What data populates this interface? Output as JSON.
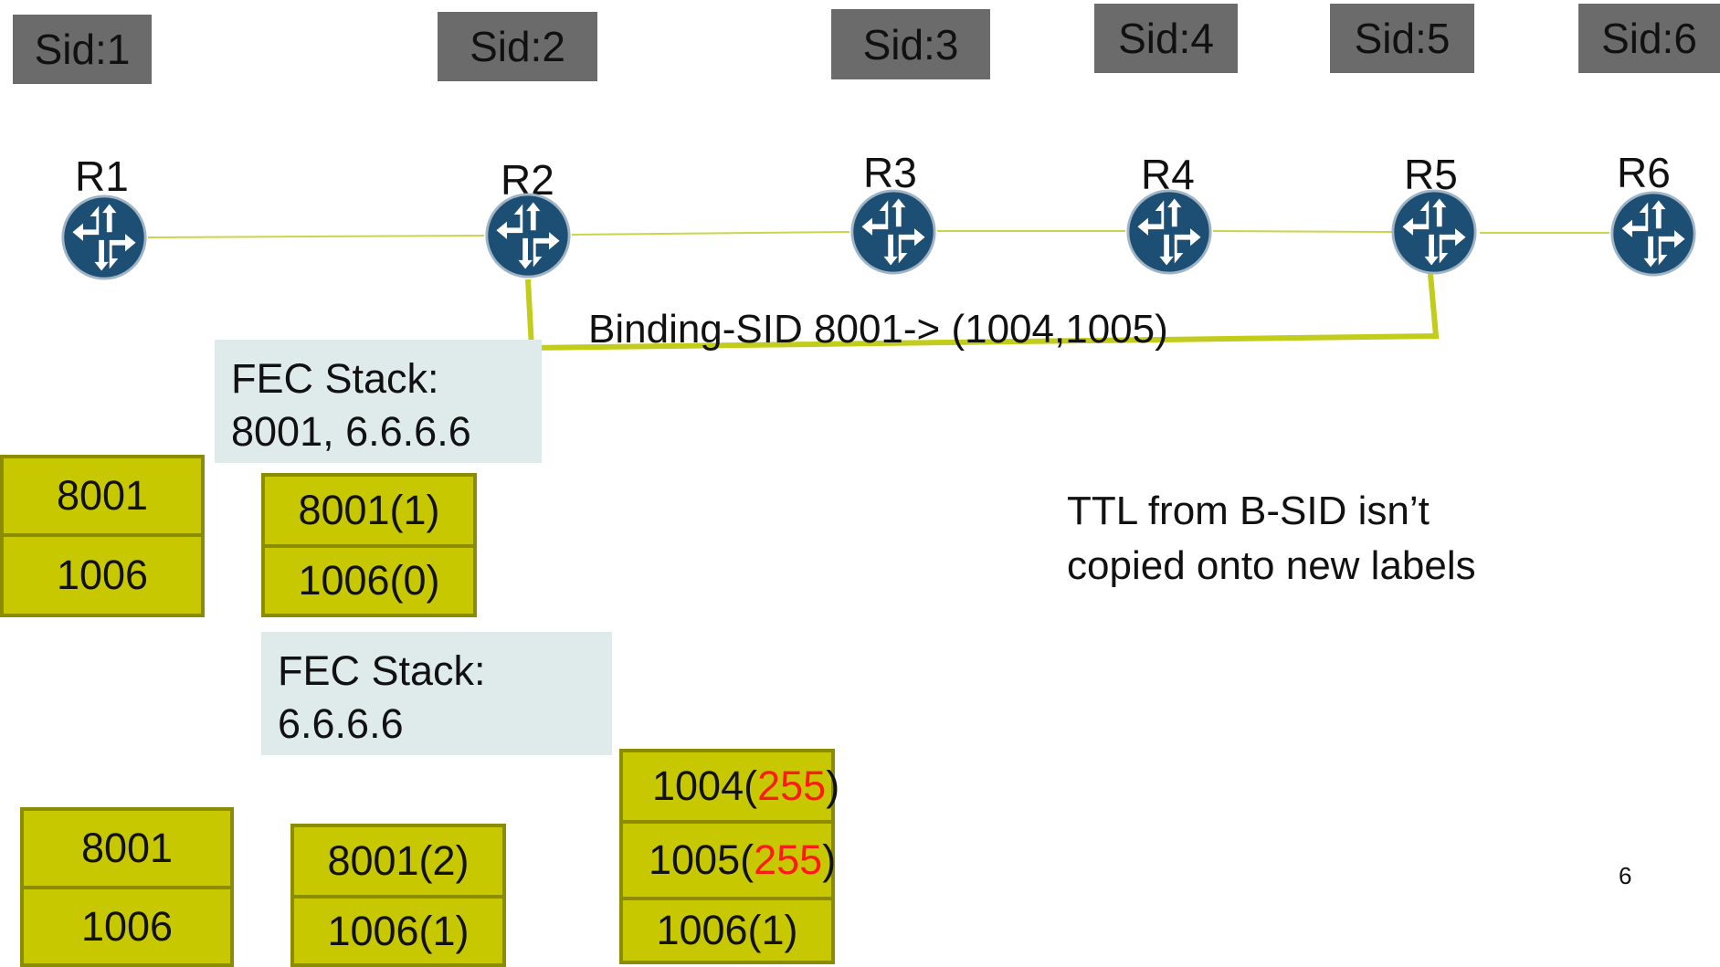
{
  "sids": [
    "Sid:1",
    "Sid:2",
    "Sid:3",
    "Sid:4",
    "Sid:5",
    "Sid:6"
  ],
  "routers": [
    "R1",
    "R2",
    "R3",
    "R4",
    "R5",
    "R6"
  ],
  "binding": {
    "label": "Binding-SID 8001-> (1004,1005)"
  },
  "fec1": {
    "line1": "FEC Stack:",
    "line2": "8001, 6.6.6.6"
  },
  "fec2": {
    "line1": "FEC Stack:",
    "line2": "6.6.6.6"
  },
  "stack_a": {
    "top": "8001",
    "bottom": "1006"
  },
  "stack_b": {
    "top": "8001(1)",
    "bottom": "1006(0)"
  },
  "stack_c": {
    "top": "8001",
    "bottom": "1006"
  },
  "stack_d": {
    "top": "8001(2)",
    "bottom": "1006(1)"
  },
  "stack_e": {
    "row1_label": "1004(",
    "row1_ttl": "255",
    "row1_close": ")",
    "row2_label": "1005(",
    "row2_ttl": "255",
    "row2_close": ")",
    "row3": "1006(1)"
  },
  "note": {
    "line1": "TTL from B-SID isn’t",
    "line2": "copied onto new labels"
  },
  "page_number": "6",
  "colors": {
    "router_fill": "#1d4e74",
    "link": "#c9d64a",
    "binding_path": "#c2cc1a",
    "label_cell": "#c8c800",
    "ttl_highlight": "#ff1a1a",
    "sid_box": "#6b6b6b",
    "fec_box": "#dfeaea"
  },
  "icons": {
    "router": "router-arrows-icon"
  }
}
